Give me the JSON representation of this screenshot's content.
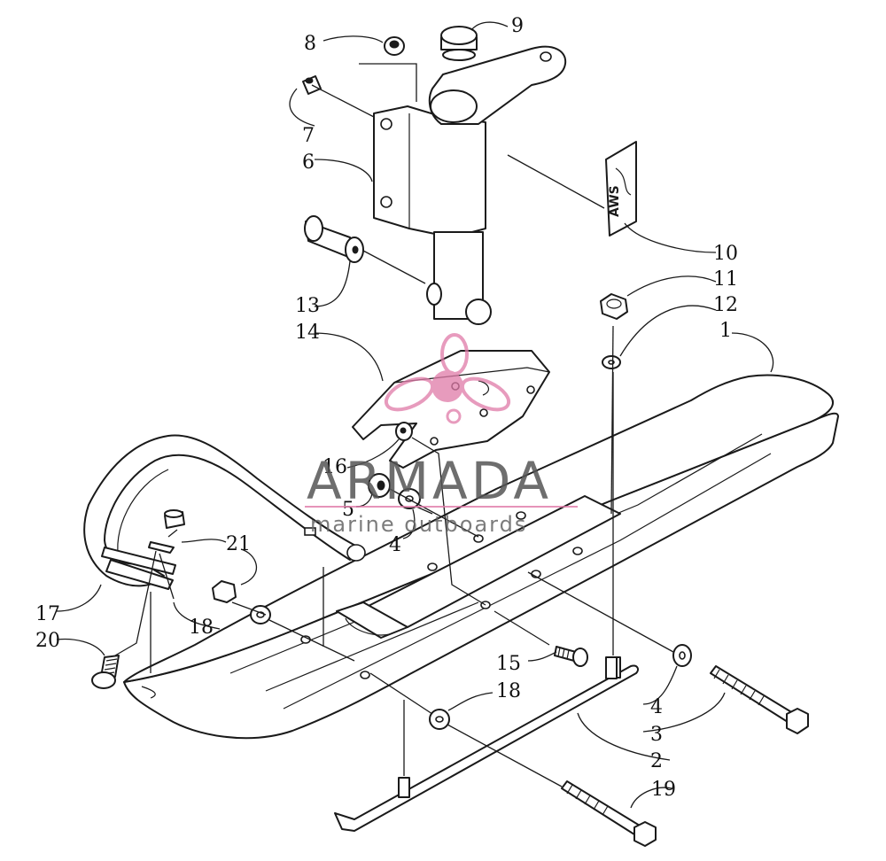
{
  "callouts": {
    "c1": "1",
    "c2": "2",
    "c3": "3",
    "c4a": "4",
    "c4b": "4",
    "c5": "5",
    "c6": "6",
    "c7": "7",
    "c8": "8",
    "c9": "9",
    "c10": "10",
    "c11": "11",
    "c12": "12",
    "c13": "13",
    "c14": "14",
    "c15": "15",
    "c16": "16",
    "c17": "17",
    "c18a": "18",
    "c18b": "18",
    "c19": "19",
    "c20": "20",
    "c21": "21"
  },
  "watermark": {
    "brand": "ARMADA",
    "tagline": "marine outboards",
    "accent_color": "#e07aa8"
  },
  "decal_text": "AWS"
}
